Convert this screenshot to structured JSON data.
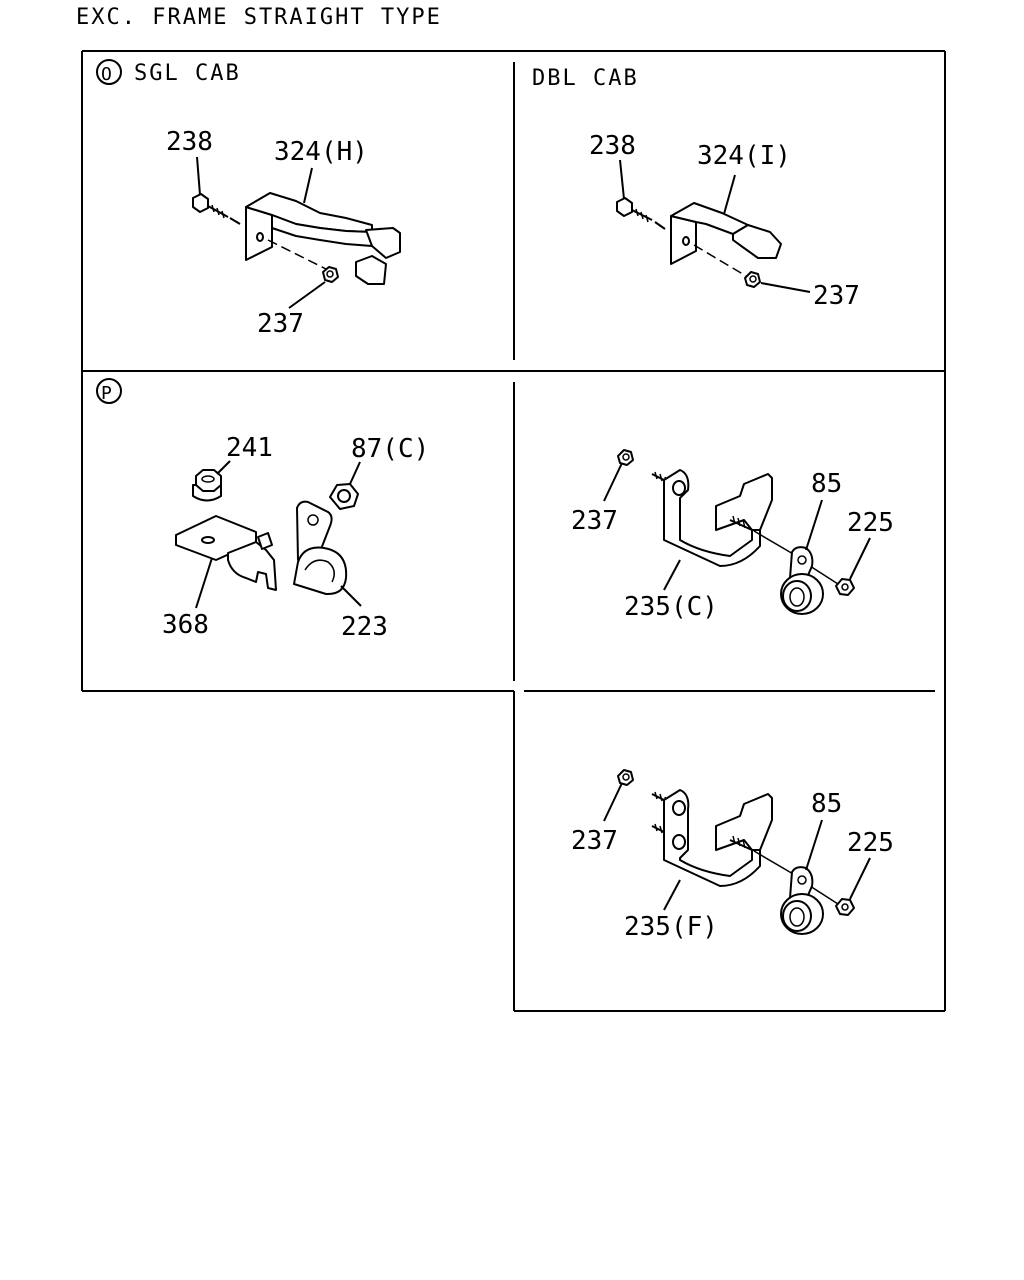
{
  "title": "EXC. FRAME STRAIGHT TYPE",
  "panels": {
    "sgl": {
      "marker": "O",
      "heading": "SGL CAB",
      "labels": {
        "bolt": "238",
        "bracket": "324(H)",
        "nut": "237"
      }
    },
    "dbl": {
      "heading": "DBL CAB",
      "labels": {
        "bolt": "238",
        "bracket": "324(I)",
        "nut": "237"
      }
    },
    "p_left": {
      "marker": "P",
      "labels": {
        "nut": "241",
        "grommet": "87(C)",
        "bracket": "368",
        "clip": "223"
      }
    },
    "p_right": {
      "labels": {
        "nut": "237",
        "clip": "85",
        "flange_nut": "225",
        "bracket": "235(C)"
      }
    },
    "p_bottom": {
      "labels": {
        "nut": "237",
        "clip": "85",
        "flange_nut": "225",
        "bracket": "235(F)"
      }
    }
  }
}
